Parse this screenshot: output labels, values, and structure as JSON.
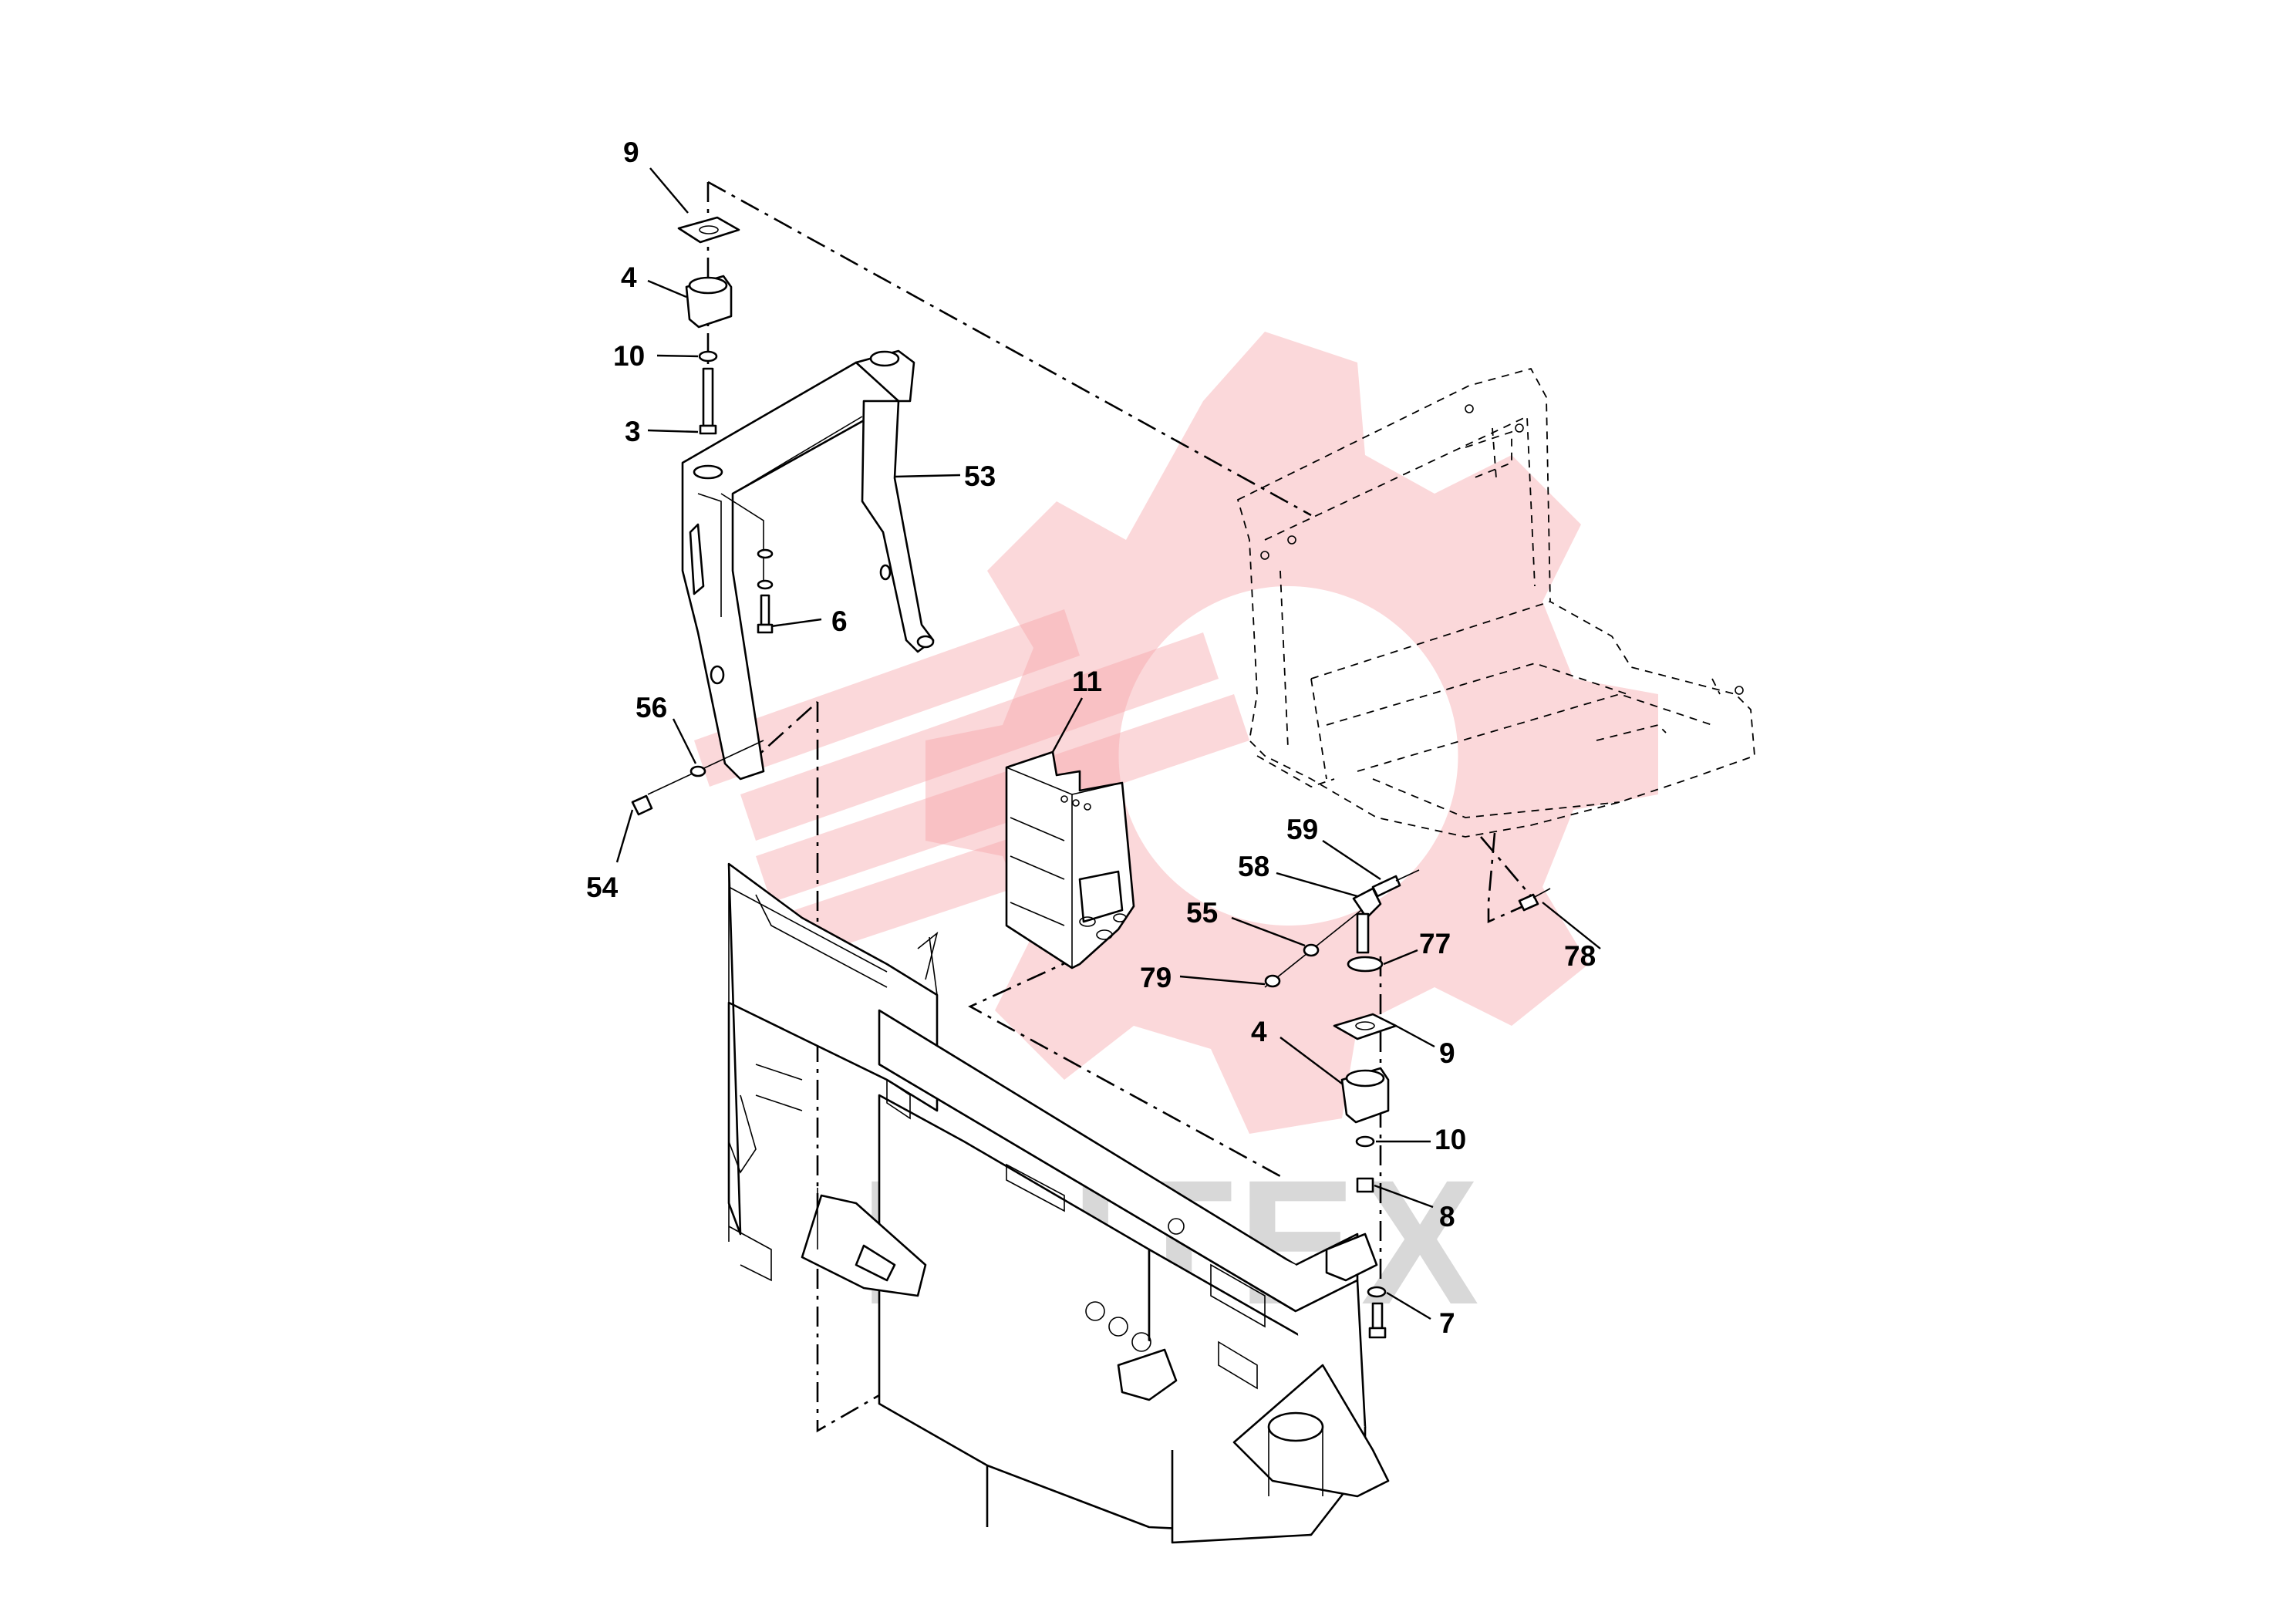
{
  "watermark": {
    "text": "ИНТЕХ",
    "color": "#f5a3a8"
  },
  "callouts": [
    {
      "id": "c9a",
      "text": "9"
    },
    {
      "id": "c4a",
      "text": "4"
    },
    {
      "id": "c10a",
      "text": "10"
    },
    {
      "id": "c3",
      "text": "3"
    },
    {
      "id": "c53",
      "text": "53"
    },
    {
      "id": "c6",
      "text": "6"
    },
    {
      "id": "c11",
      "text": "11"
    },
    {
      "id": "c56",
      "text": "56"
    },
    {
      "id": "c54",
      "text": "54"
    },
    {
      "id": "c59",
      "text": "59"
    },
    {
      "id": "c58",
      "text": "58"
    },
    {
      "id": "c55",
      "text": "55"
    },
    {
      "id": "c79",
      "text": "79"
    },
    {
      "id": "c77",
      "text": "77"
    },
    {
      "id": "c78",
      "text": "78"
    },
    {
      "id": "c4b",
      "text": "4"
    },
    {
      "id": "c9b",
      "text": "9"
    },
    {
      "id": "c10b",
      "text": "10"
    },
    {
      "id": "c8",
      "text": "8"
    },
    {
      "id": "c7",
      "text": "7"
    }
  ]
}
